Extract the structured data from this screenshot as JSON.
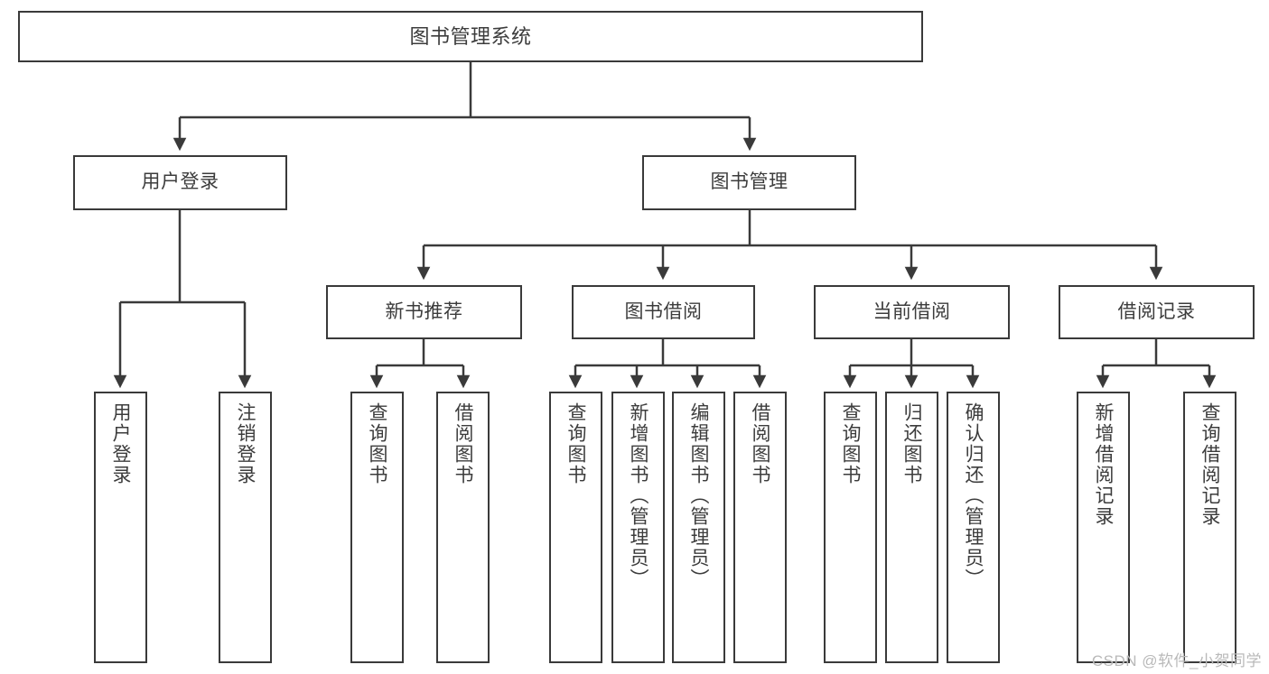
{
  "diagram": {
    "type": "hierarchy-tree",
    "title": "图书管理系统",
    "stroke_color": "#3a3a3a",
    "text_color": "#3c3c3c",
    "background_color": "#ffffff",
    "root": {
      "label": "图书管理系统"
    },
    "level1": [
      {
        "label": "用户登录"
      },
      {
        "label": "图书管理"
      }
    ],
    "level2": [
      {
        "label": "新书推荐"
      },
      {
        "label": "图书借阅"
      },
      {
        "label": "当前借阅"
      },
      {
        "label": "借阅记录"
      }
    ],
    "leaves": {
      "user_login": [
        {
          "label": "用户登录"
        },
        {
          "label": "注销登录"
        }
      ],
      "new_book_recommend": [
        {
          "label": "查询图书"
        },
        {
          "label": "借阅图书"
        }
      ],
      "book_borrow": [
        {
          "label": "查询图书"
        },
        {
          "label": "新增图书（管理员）"
        },
        {
          "label": "编辑图书（管理员）"
        },
        {
          "label": "借阅图书"
        }
      ],
      "current_borrow": [
        {
          "label": "查询图书"
        },
        {
          "label": "归还图书"
        },
        {
          "label": "确认归还（管理员）"
        }
      ],
      "borrow_record": [
        {
          "label": "新增借阅记录"
        },
        {
          "label": "查询借阅记录"
        }
      ]
    }
  },
  "watermark": {
    "text": "CSDN @软件_小贺同学"
  }
}
